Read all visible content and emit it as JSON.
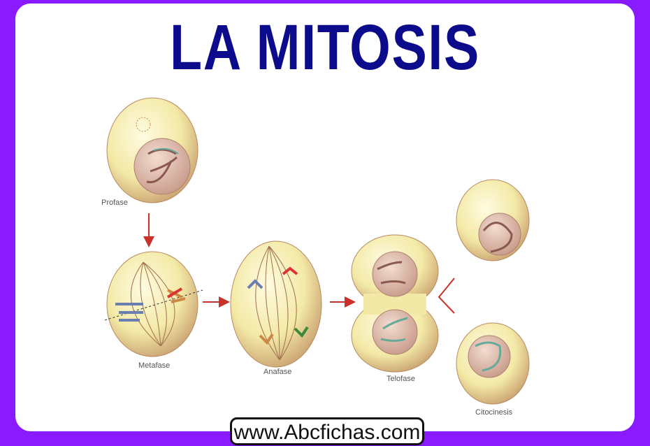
{
  "title": "LA MITOSIS",
  "phases": [
    "Profase",
    "Metafase",
    "Anafase",
    "Telofase",
    "Citocinesis"
  ],
  "website": "www.Abcfichas.com",
  "colors": {
    "border": "#8a1aff",
    "title": "#0b0b8c",
    "arrow": "#c8322a",
    "cell": "#f5eeb0"
  }
}
